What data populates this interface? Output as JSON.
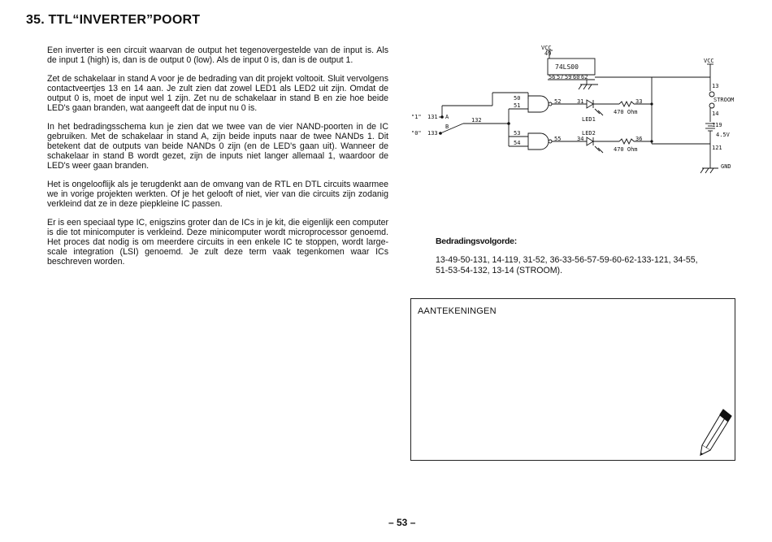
{
  "header": {
    "title": "35. TTL“INVERTER”POORT"
  },
  "body": {
    "paragraphs": [
      "Een inverter is een circuit waarvan de output het tegenovergestelde van de input is. Als de input 1 (high) is, dan is de output 0 (low). Als de input 0 is, dan is de output 1.",
      "Zet de schakelaar in stand A voor je de bedrading van dit projekt voltooit. Sluit vervolgens contactveertjes 13 en 14 aan. Je zult zien dat zowel LED1 als LED2 uit zijn. Omdat de output 0 is, moet de input wel 1 zijn. Zet nu de schakelaar in stand B en zie hoe beide LED's gaan branden, wat aangeeft dat de input nu 0 is.",
      "In het bedradingsschema kun je zien dat we twee van de vier NAND-poorten in de IC gebruiken. Met de schakelaar in stand A, zijn beide inputs naar de twee NANDs 1. Dit betekent dat de outputs van beide NANDs 0 zijn (en de LED's gaan uit). Wanneer de schakelaar in stand B wordt gezet, zijn de inputs niet langer allemaal 1, waardoor de LED's weer gaan branden.",
      "Het is ongelooflijk als je terugdenkt aan de omvang van de RTL en DTL circuits waarmee we in vorige projekten werkten. Of je het gelooft of niet, vier van die circuits zijn zodanig verkleind dat ze in deze piepkleine IC passen.",
      "Er is een speciaal type IC, enigszins groter dan de ICs in je kit, die eigenlijk een computer is die tot minicomputer is verkleind. Deze minicomputer wordt microprocessor genoemd. Het proces dat nodig is om meerdere circuits in een enkele IC te stoppen, wordt large-scale integration (LSI) genoemd. Je zult deze term vaak tegenkomen waar ICs beschreven worden."
    ]
  },
  "schematic": {
    "vcc_left": "VCC",
    "pin_49": "49",
    "ic_label": "74LS00",
    "ic_pins": [
      "56",
      "57",
      "59",
      "60",
      "62"
    ],
    "vcc_right": "VCC",
    "t13": "13",
    "stroom": "STROOM",
    "t14": "14",
    "t119": "119",
    "battery": "4.5V",
    "t121": "121",
    "gnd": "GND",
    "in1": "\"1\"",
    "in0": "\"0\"",
    "t131": "131",
    "t133": "133",
    "sw_a": "A",
    "sw_b": "B",
    "t132": "132",
    "t50": "50",
    "t51": "51",
    "t52": "52",
    "t53": "53",
    "t54": "54",
    "t55": "55",
    "t31": "31",
    "t33": "33",
    "t34": "34",
    "t36": "36",
    "led1": "LED1",
    "led2": "LED2",
    "r1": "470 Ohm",
    "r2": "470 Ohm"
  },
  "wiring": {
    "title": "Bedradingsvolgorde:",
    "sequence": "13-49-50-131, 14-119, 31-52, 36-33-56-57-59-60-62-133-121, 34-55, 51-53-54-132, 13-14 (STROOM)."
  },
  "notes": {
    "title": "AANTEKENINGEN"
  },
  "footer": {
    "page_number": "– 53 –"
  }
}
